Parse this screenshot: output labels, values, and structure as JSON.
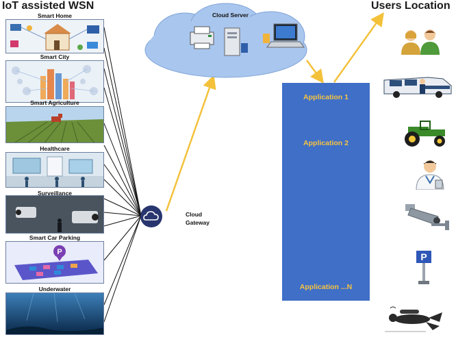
{
  "headings": {
    "left": "IoT assisted WSN",
    "right": "Users Location"
  },
  "panels": [
    {
      "label": "Smart Home",
      "icon": "smart-home-icon"
    },
    {
      "label": "Smart City",
      "icon": "smart-city-icon"
    },
    {
      "label": "Smart Agriculture",
      "icon": "agriculture-field-icon"
    },
    {
      "label": "Healthcare",
      "icon": "healthcare-icon"
    },
    {
      "label": "Surveillance",
      "icon": "surveillance-camera-icon"
    },
    {
      "label": "Smart Car Parking",
      "icon": "parking-icon"
    },
    {
      "label": "Underwater",
      "icon": "underwater-icon"
    }
  ],
  "cloud_server": {
    "label": "Cloud Server"
  },
  "cloud_gateway": {
    "line1": "Cloud",
    "line2": "Gateway"
  },
  "applications": [
    "Application 1",
    "Application 2",
    "Application ...N"
  ],
  "user_icons": [
    "family-icon",
    "police-van-icon",
    "tractor-icon",
    "doctor-icon",
    "cctv-camera-icon",
    "parking-sign-icon",
    "diver-icon"
  ],
  "colors": {
    "arrow": "#f3c13a",
    "app_column": "#3f6fc7",
    "app_text": "#f6c342",
    "cloud": "#a9c6ee",
    "gateway": "#28356e"
  }
}
